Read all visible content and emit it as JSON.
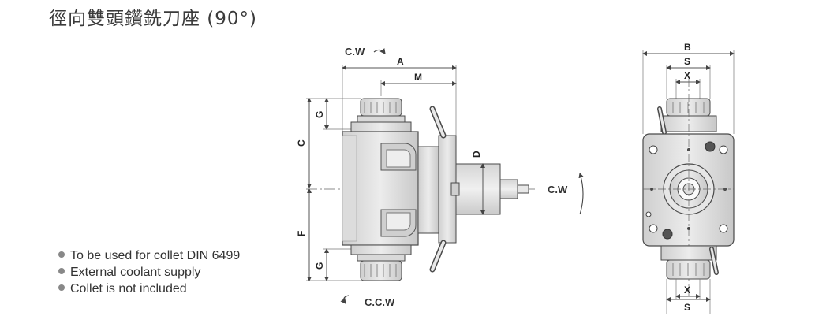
{
  "title": "徑向雙頭鑽銑刀座 (90°)",
  "features": [
    "To be used for collet DIN 6499",
    "External coolant supply",
    "Collet is not included"
  ],
  "drawing": {
    "rotation_top": "C.W",
    "rotation_bottom": "C.C.W",
    "rotation_side": "C.W",
    "dim_A": "A",
    "dim_M": "M",
    "dim_C": "C",
    "dim_F": "F",
    "dim_G": "G",
    "dim_D": "D",
    "dim_B": "B",
    "dim_S": "S",
    "dim_X": "X"
  },
  "colors": {
    "body": "#e2e2e2",
    "body_dark": "#bdbdbd",
    "outline": "#4a4a4a",
    "dimension": "#555555"
  }
}
